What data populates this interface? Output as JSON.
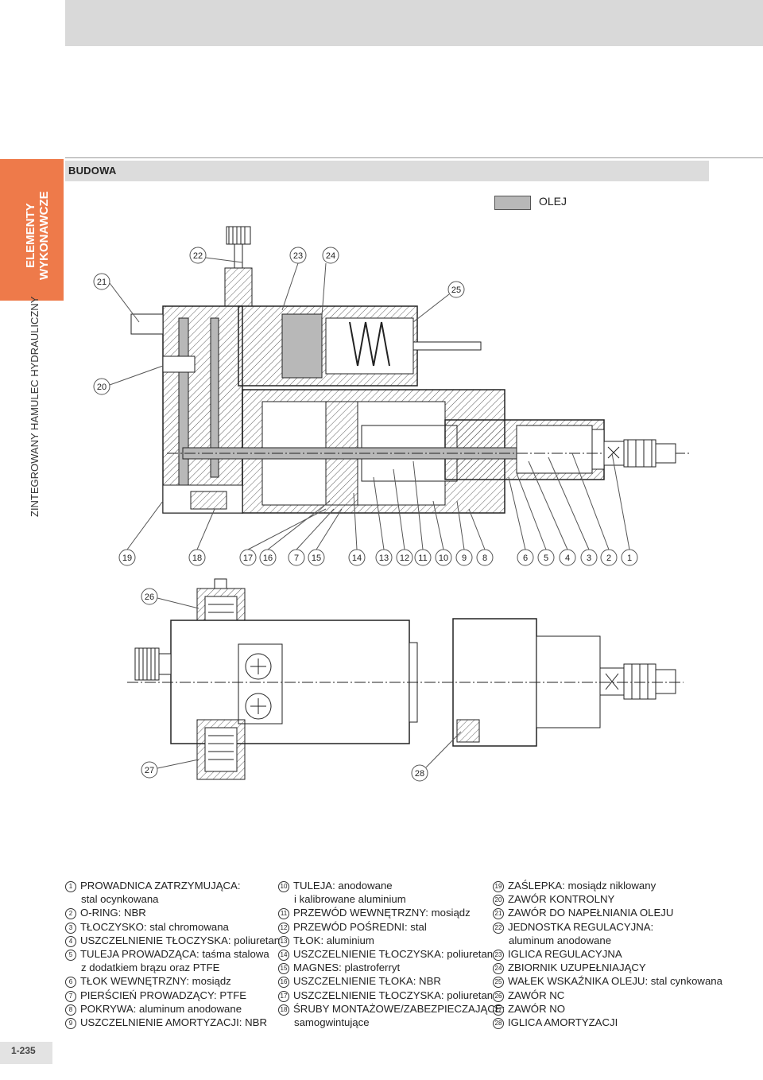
{
  "sidebar": {
    "section_title_line1": "ELEMENTY",
    "section_title_line2": "WYKONAWCZE",
    "product_name": "ZINTEGROWANY HAMULEC HYDRAULICZNY"
  },
  "header": {
    "title": "BUDOWA"
  },
  "legend": {
    "label": "OLEJ",
    "swatch_color": "#b8b8b8"
  },
  "callouts_top": [
    "21",
    "22",
    "23",
    "24",
    "25",
    "20"
  ],
  "callouts_bottom_row": [
    "19",
    "18",
    "17",
    "16",
    "7",
    "15",
    "14",
    "13",
    "12",
    "11",
    "10",
    "9",
    "8",
    "6",
    "5",
    "4",
    "3",
    "2",
    "1"
  ],
  "callouts_lower": [
    "26",
    "27",
    "28"
  ],
  "parts_col1": [
    {
      "n": "1",
      "line1": "PROWADNICA ZATRZYMUJĄCA:",
      "line2": "stal ocynkowana"
    },
    {
      "n": "2",
      "line1": "O-RING: NBR"
    },
    {
      "n": "3",
      "line1": "TŁOCZYSKO: stal chromowana"
    },
    {
      "n": "4",
      "line1": "USZCZELNIENIE TŁOCZYSKA: poliuretan"
    },
    {
      "n": "5",
      "line1": "TULEJA PROWADZĄCA: taśma stalowa",
      "line2": "z dodatkiem brązu oraz PTFE"
    },
    {
      "n": "6",
      "line1": "TŁOK WEWNĘTRZNY: mosiądz"
    },
    {
      "n": "7",
      "line1": "PIERŚCIEŃ PROWADZĄCY: PTFE"
    },
    {
      "n": "8",
      "line1": "POKRYWA: aluminum anodowane"
    },
    {
      "n": "9",
      "line1": "USZCZELNIENIE AMORTYZACJI: NBR"
    }
  ],
  "parts_col2": [
    {
      "n": "10",
      "line1": "TULEJA: anodowane",
      "line2": "i kalibrowane aluminium"
    },
    {
      "n": "11",
      "line1": "PRZEWÓD WEWNĘTRZNY: mosiądz"
    },
    {
      "n": "12",
      "line1": "PRZEWÓD POŚREDNI: stal"
    },
    {
      "n": "13",
      "line1": "TŁOK: aluminium"
    },
    {
      "n": "14",
      "line1": "USZCZELNIENIE TŁOCZYSKA: poliuretan"
    },
    {
      "n": "15",
      "line1": "MAGNES: plastroferryt"
    },
    {
      "n": "16",
      "line1": "USZCZELNIENIE TŁOKA: NBR"
    },
    {
      "n": "17",
      "line1": "USZCZELNIENIE TŁOCZYSKA: poliuretan"
    },
    {
      "n": "18",
      "line1": "ŚRUBY MONTAŻOWE/ZABEZPIECZAJĄCE:",
      "line2": "samogwintujące"
    }
  ],
  "parts_col3": [
    {
      "n": "19",
      "line1": "ZAŚLEPKA: mosiądz niklowany"
    },
    {
      "n": "20",
      "line1": "ZAWÓR KONTROLNY"
    },
    {
      "n": "21",
      "line1": "ZAWÓR DO NAPEŁNIANIA OLEJU"
    },
    {
      "n": "22",
      "line1": "JEDNOSTKA REGULACYJNA:",
      "line2": "aluminum anodowane"
    },
    {
      "n": "23",
      "line1": "IGLICA REGULACYJNA"
    },
    {
      "n": "24",
      "line1": "ZBIORNIK UZUPEŁNIAJĄCY"
    },
    {
      "n": "25",
      "line1": "WAŁEK WSKAŹNIKA OLEJU: stal cynkowana"
    },
    {
      "n": "26",
      "line1": "ZAWÓR NC"
    },
    {
      "n": "27",
      "line1": "ZAWÓR NO"
    },
    {
      "n": "28",
      "line1": "IGLICA AMORTYZACJI"
    }
  ],
  "page_number": "1-235"
}
